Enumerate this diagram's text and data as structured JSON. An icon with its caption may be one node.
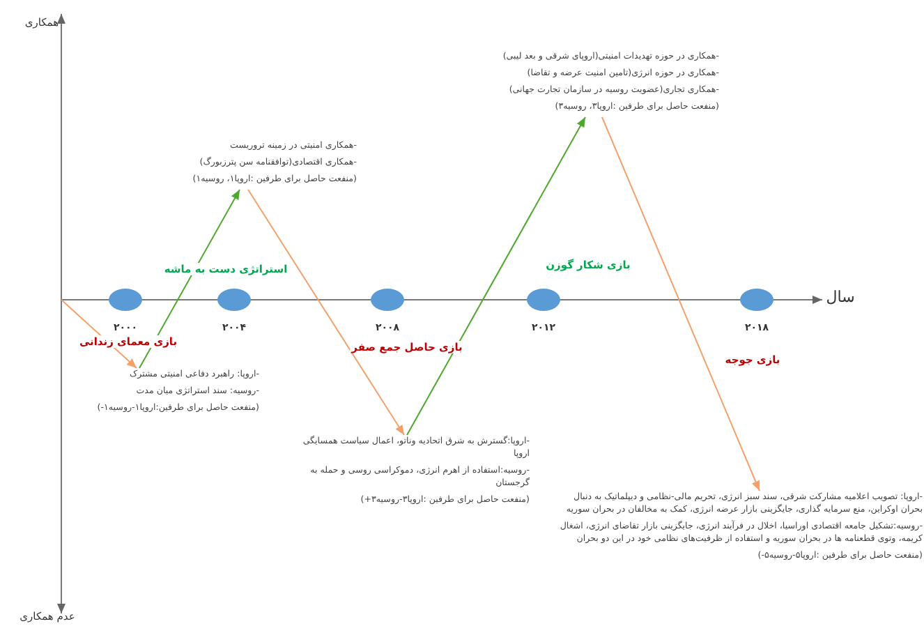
{
  "diagram": {
    "nodes": [
      {
        "text": [],
        "shape": "circle",
        "beside": [
          "۲۰۰۰"
        ]
      },
      {
        "text": [],
        "shape": "circle",
        "beside": [
          "۲۰۰۴"
        ]
      },
      {
        "text": [],
        "shape": "circle",
        "beside": [
          "۲۰۰۸"
        ]
      },
      {
        "text": [],
        "shape": "circle",
        "beside": [
          "۲۰۱۲"
        ]
      },
      {
        "text": [],
        "shape": "circle",
        "beside": [
          "۲۰۱۸"
        ]
      },
      {
        "text": [
          "-اروپا: راهبرد دفاعی امنیتی مشترک",
          "-روسیه: سند استراتژی میان مدت",
          "(منفعت حاصل برای طرفین:اروپا۱-روسیه۱-)"
        ]
      },
      {
        "text": [
          "-همکاری امنیتی در زمینه تروریست",
          "-همکاری اقتصادی(توافقنامه سن پترزبورگ)",
          "(منفعت حاصل برای طرفین :اروپا۱، روسیه۱)"
        ]
      },
      {
        "text": [
          "-اروپا:گسترش به شرق اتحادیه وناتو، اعمال سیاست همسایگی اروپا",
          "-روسیه:استفاده از اهرم انرژی، دموکراسی روسی و حمله به گرجستان",
          "(منفعت حاصل برای طرفین :اروپا۳-روسیه۳+)"
        ]
      },
      {
        "text": [
          "-همکاری در حوزه تهدیدات امنیتی(اروپای شرقی و بعد لیبی)",
          "-همکاری در حوزه انرژی(تامین امنیت عرضه و تقاضا)",
          "-همکاری تجاری(عضویت روسیه در سازمان تجارت جهانی)",
          "(منفعت حاصل برای طرفین :اروپا۳، روسیه۳)"
        ]
      },
      {
        "text": [
          "-اروپا: تصویب اعلامیه مشارکت شرقی، سند سبز انرژی، تحریم مالی-نظامی و دیپلماتیک به دنبال بحران اوکراین، منع سرمایه گذاری، جایگزینی بازار عرضه انرژی، کمک به مخالفان در بحران سوریه",
          "-روسیه:تشکیل جامعه اقتصادی اوراسیا، اخلال در فرآیند انرژی، جایگزینی بازار تقاضای انرژی، اشغال کریمه، وتوی قطعنامه ها در بحران سوریه و استفاده از ظرفیت‌های نظامی خود در این دو بحران",
          "(منفعت حاصل برای طرفین :اروپا۵-روسیه۵-)"
        ]
      }
    ],
    "edges": [
      {
        "from": null,
        "to": 5,
        "arrow": "to",
        "label": "بازی معمای زندانی"
      },
      {
        "from": 5,
        "to": 6,
        "arrow": "to",
        "label": "استراتژی دست به ماشه",
        "color": "#4ea72e"
      },
      {
        "from": 6,
        "to": 7,
        "arrow": "to",
        "label": "بازی حاصل جمع صفر"
      },
      {
        "from": 7,
        "to": 8,
        "arrow": "to",
        "label": "بازی شکار گوزن",
        "color": "#4ea72e"
      },
      {
        "from": 8,
        "to": 9,
        "arrow": "to",
        "label": "بازی جوجه"
      }
    ],
    "labels": [
      "همکاری",
      "عدم همکاری",
      "سال"
    ]
  }
}
